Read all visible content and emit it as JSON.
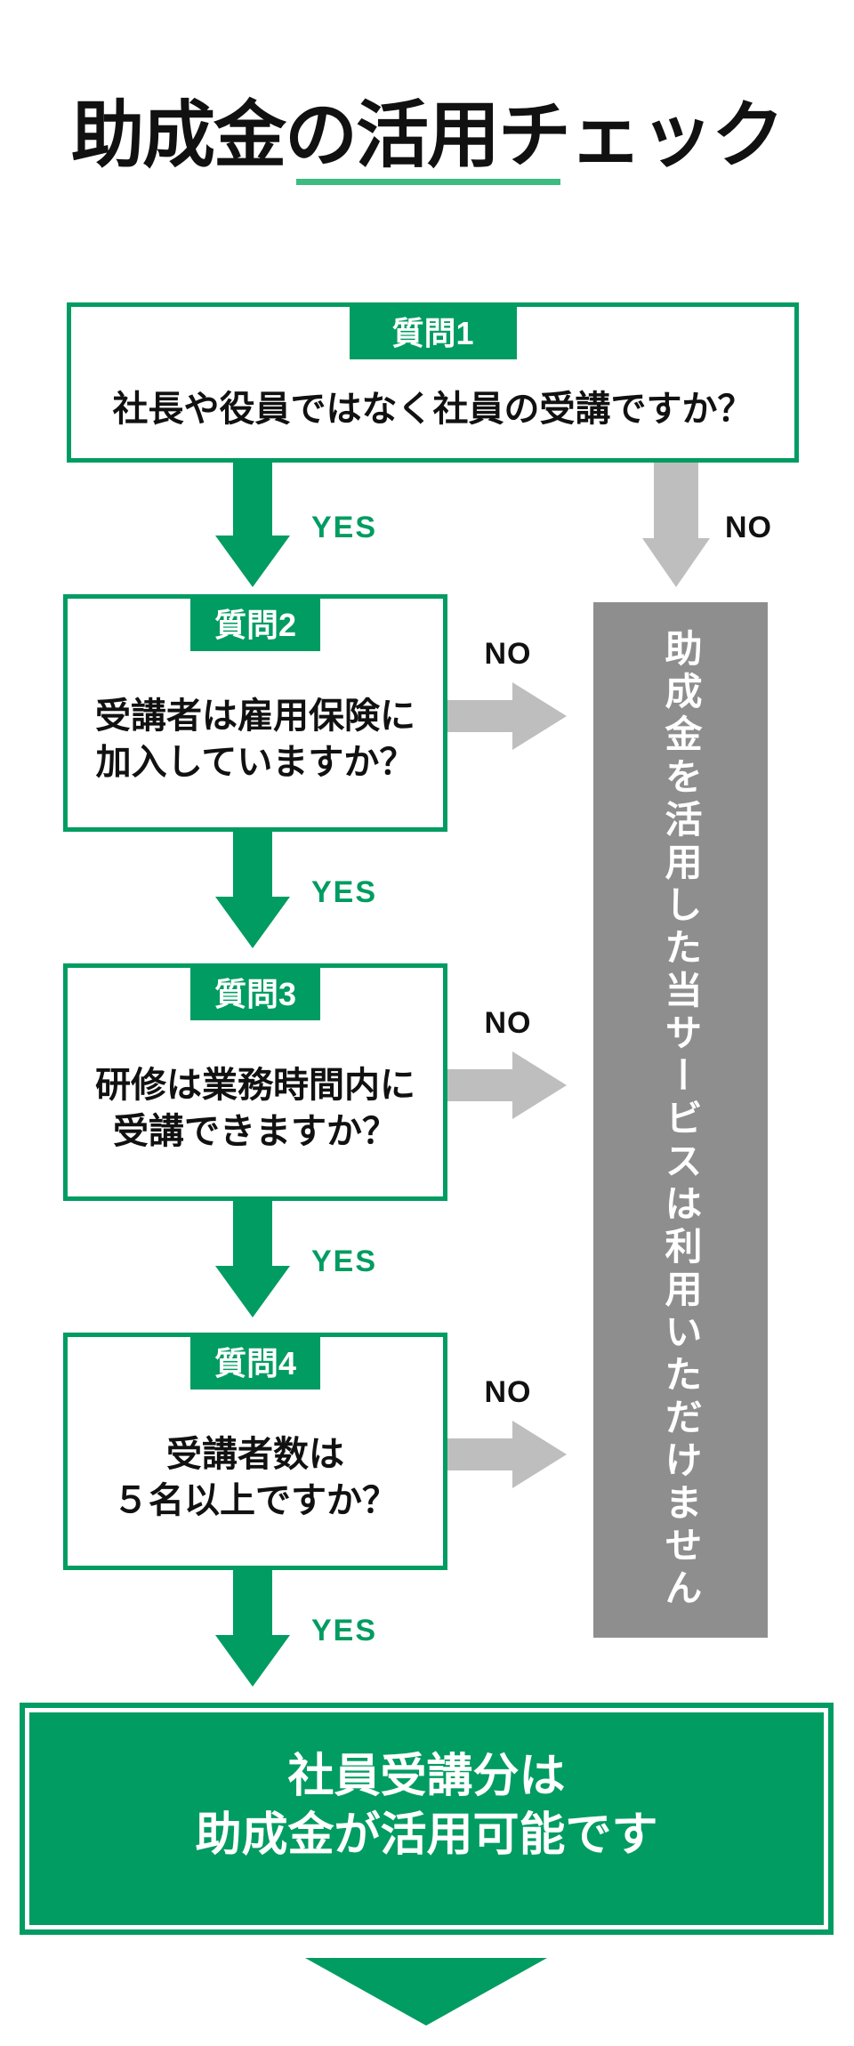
{
  "title": "助成金の活用チェック",
  "labels": {
    "yes": "YES",
    "no": "NO"
  },
  "questions": [
    {
      "tab": "質問1",
      "lines": [
        "社長や役員ではなく社員の受講ですか？"
      ]
    },
    {
      "tab": "質問2",
      "lines": [
        "受講者は雇用保険に",
        "加入していますか？"
      ]
    },
    {
      "tab": "質問3",
      "lines": [
        "研修は業務時間内に",
        "受講できますか？"
      ]
    },
    {
      "tab": "質問4",
      "lines": [
        "受講者数は",
        "５名以上ですか？"
      ]
    }
  ],
  "reject_box": {
    "text": "助成金を活用した当サービスは利用いただけません"
  },
  "result_box": {
    "lines": [
      "社員受講分は",
      "助成金が活用可能です"
    ]
  },
  "colors": {
    "green": "#009C62",
    "green_light": "#3CBC80",
    "gray_box": "#8E8E8E",
    "gray_arrow": "#BEBEBE",
    "ink": "#111111"
  }
}
